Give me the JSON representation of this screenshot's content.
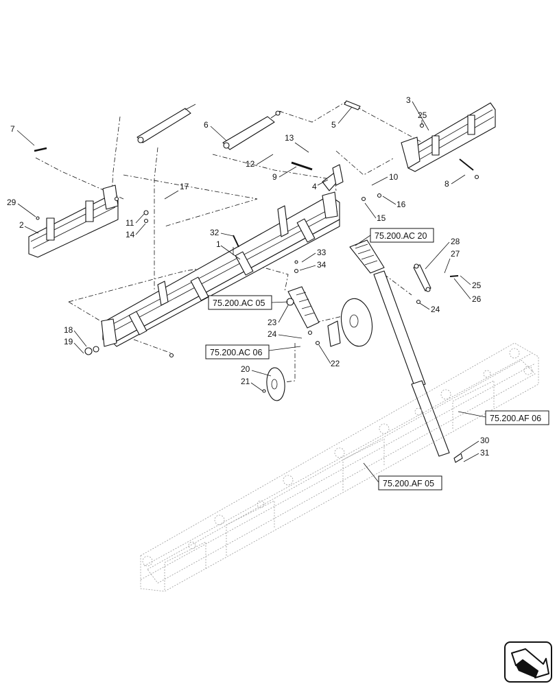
{
  "callouts": [
    "1",
    "2",
    "3",
    "4",
    "5",
    "6",
    "7",
    "8",
    "9",
    "10",
    "11",
    "12",
    "13",
    "14",
    "15",
    "16",
    "17",
    "18",
    "19",
    "20",
    "21",
    "22",
    "23",
    "24",
    "24",
    "25",
    "25",
    "26",
    "27",
    "28",
    "29",
    "30",
    "31",
    "32",
    "33",
    "34"
  ],
  "references": {
    "ac20": "75.200.AC 20",
    "ac05": "75.200.AC 05",
    "ac06": "75.200.AC 06",
    "af06": "75.200.AF 06",
    "af05": "75.200.AF 05"
  },
  "icons": {
    "navigation": "page-navigation-arrow-icon"
  }
}
